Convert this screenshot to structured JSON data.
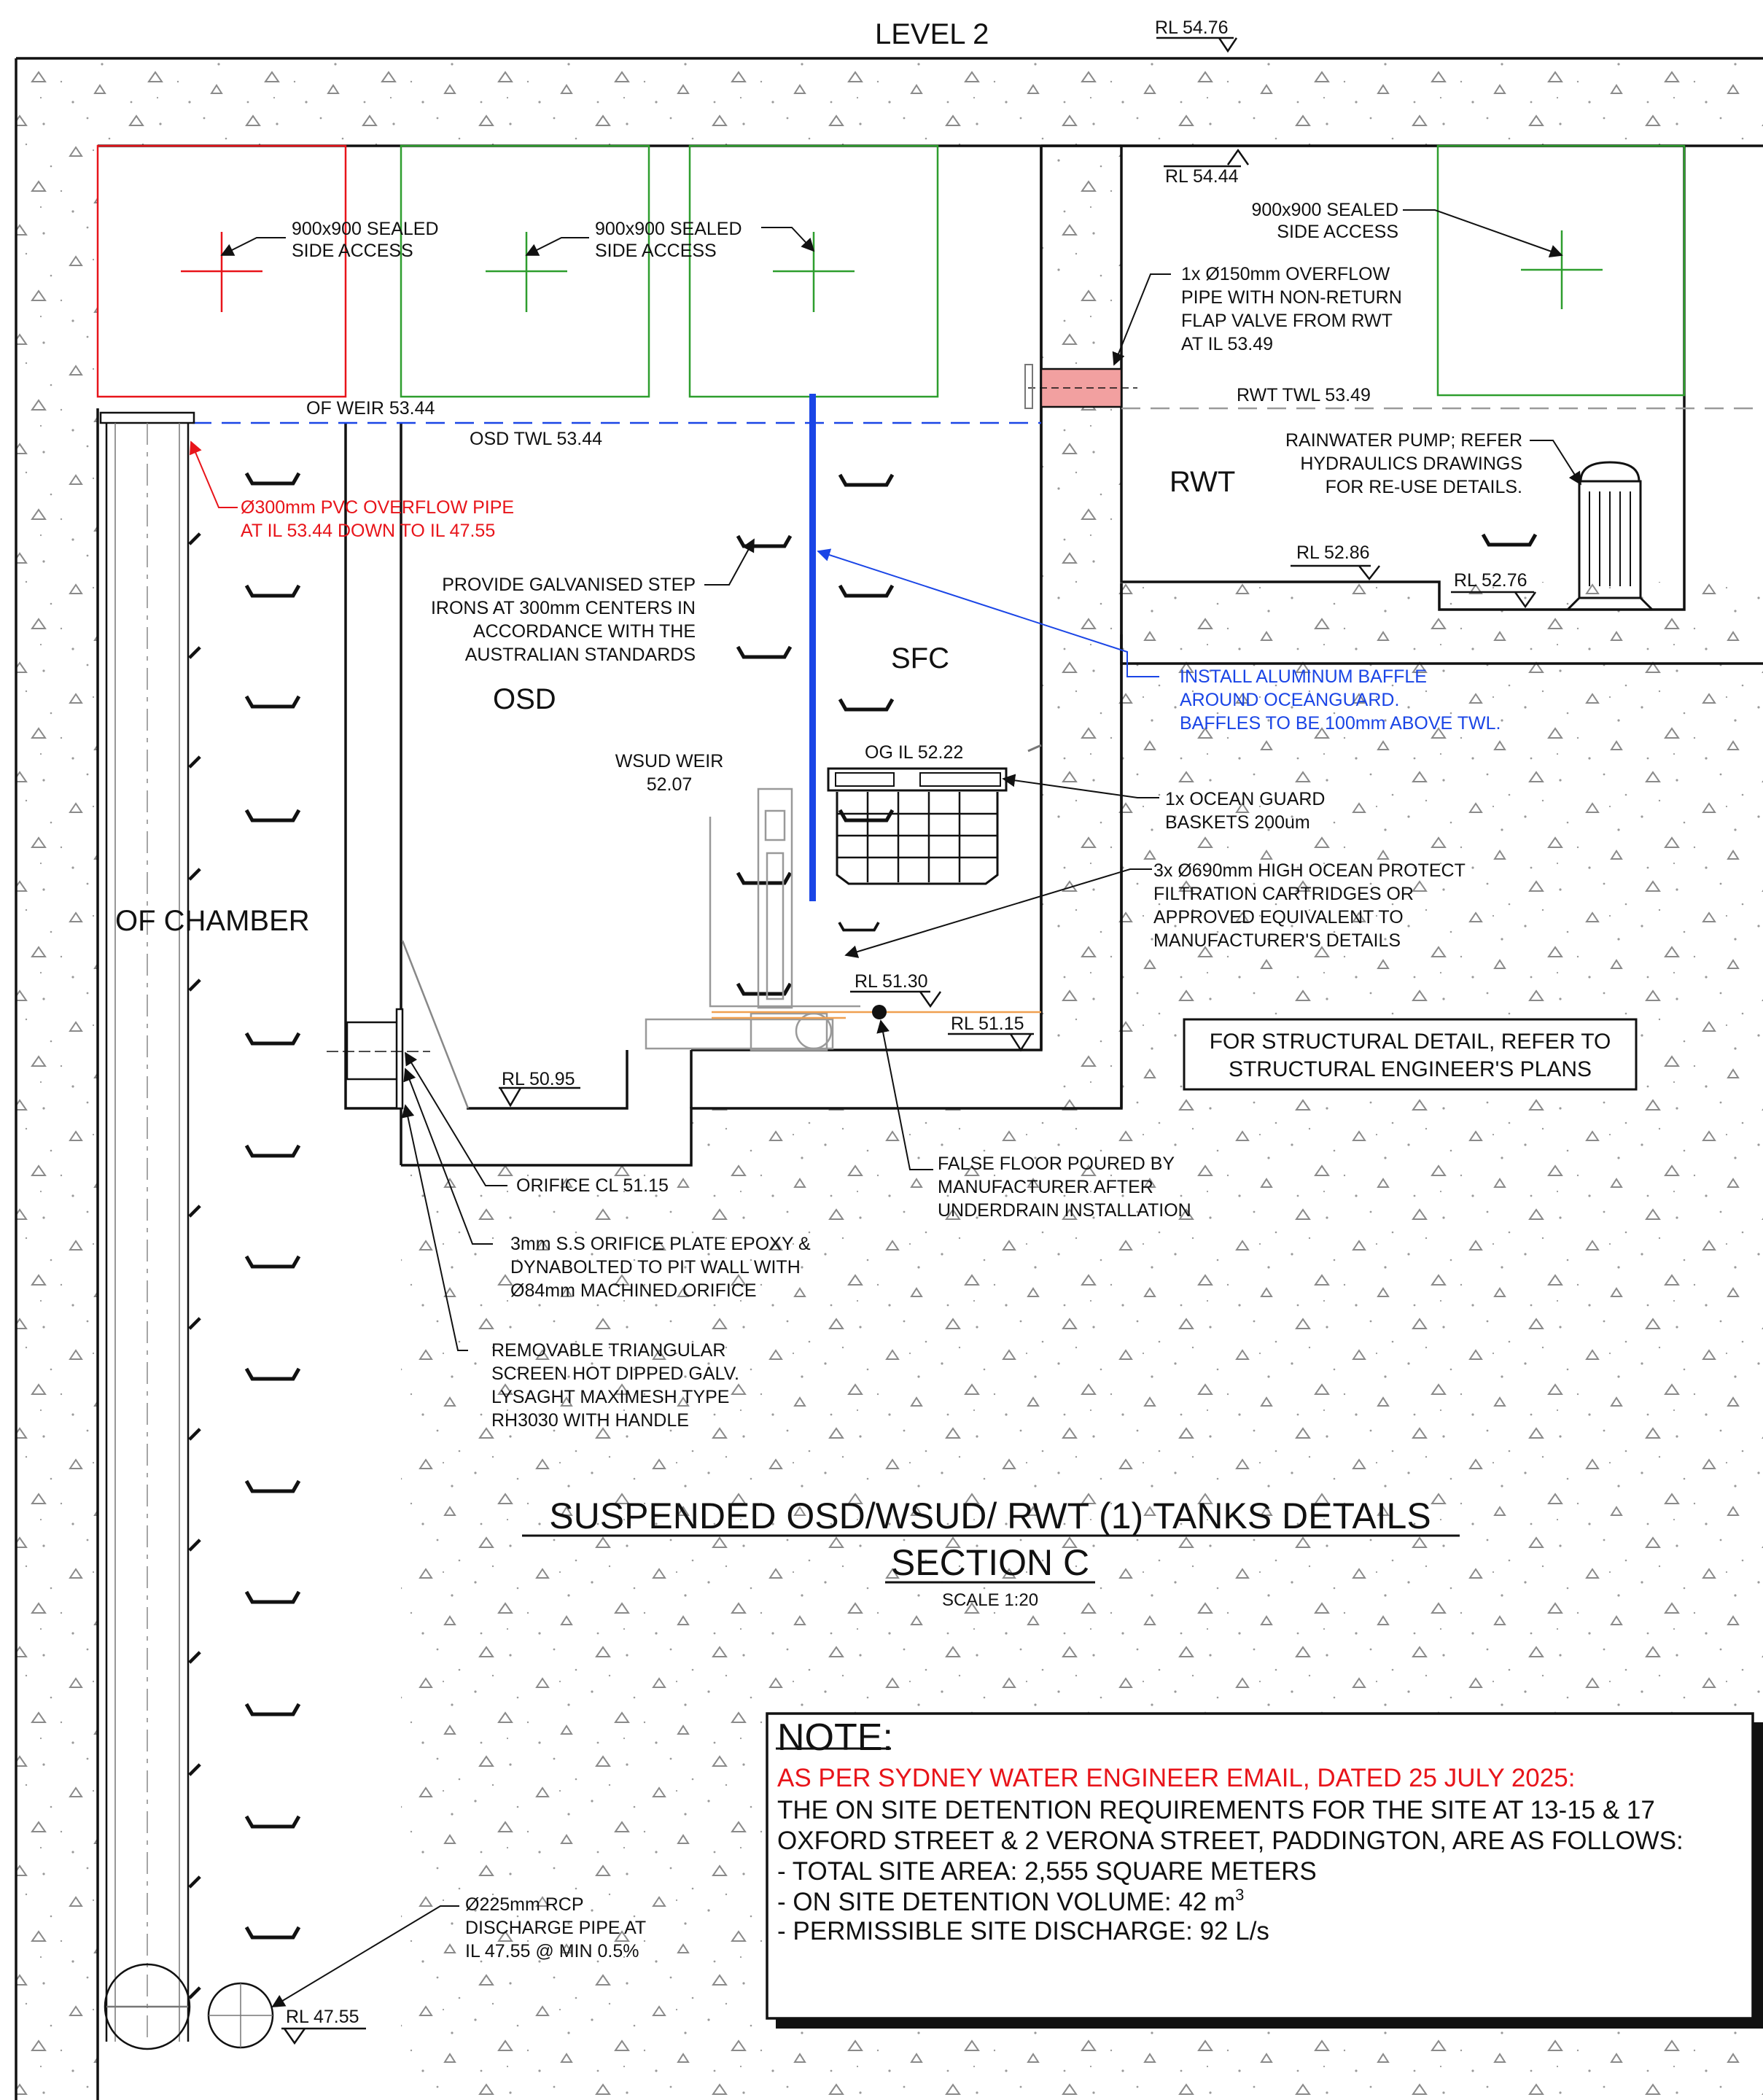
{
  "drawing": {
    "level_label": "LEVEL 2",
    "rl_top": "RL 54.76",
    "rl_rwt_top": "RL 54.44",
    "access_red": "900x900 SEALED\nSIDE ACCESS",
    "access_green": "900x900 SEALED\nSIDE ACCESS",
    "access_rwt": "900x900 SEALED\nSIDE ACCESS",
    "overflow_pipe_rwt": "1x Ø150mm OVERFLOW\nPIPE WITH NON-RETURN\nFLAP VALVE FROM RWT\nAT IL 53.49",
    "of_weir": "OF WEIR 53.44",
    "osd_twl": "OSD TWL 53.44",
    "rwt_twl": "RWT TWL 53.49",
    "pvc_overflow": "Ø300mm PVC OVERFLOW PIPE\nAT IL 53.44 DOWN TO IL 47.55",
    "rainwater_pump": "RAINWATER PUMP; REFER\nHYDRAULICS DRAWINGS\nFOR RE-USE DETAILS.",
    "rwt_label": "RWT",
    "rl_5286": "RL 52.86",
    "rl_5276": "RL 52.76",
    "step_irons": "PROVIDE GALVANISED STEP\nIRONS AT 300mm CENTERS IN\nACCORDANCE WITH THE\nAUSTRALIAN STANDARDS",
    "sfc_label": "SFC",
    "osd_label": "OSD",
    "baffle_note": "INSTALL ALUMINUM BAFFLE\nAROUND OCEANGUARD.\nBAFFLES TO BE 100mm ABOVE TWL.",
    "og_il": "OG IL 52.22",
    "wsud_weir": "WSUD WEIR\n52.07",
    "ocean_guard": "1x OCEAN GUARD\nBASKETS 200um",
    "cartridges": "3x Ø690mm HIGH OCEAN PROTECT\nFILTRATION CARTRIDGES OR\nAPPROVED EQUIVALENT TO\nMANUFACTURER'S DETAILS",
    "of_chamber": "OF CHAMBER",
    "rl_5130": "RL 51.30",
    "rl_5115": "RL 51.15",
    "rl_5095": "RL 50.95",
    "structural_note": "FOR STRUCTURAL DETAIL, REFER TO\nSTRUCTURAL ENGINEER'S PLANS",
    "orifice_cl": "ORIFICE CL 51.15",
    "false_floor": "FALSE FLOOR POURED BY\nMANUFACTURER AFTER\nUNDERDRAIN INSTALLATION",
    "orifice_plate": "3mm S.S ORIFICE PLATE EPOXY &\nDYNABOLTED TO PIT WALL WITH\nØ84mm MACHINED ORIFICE",
    "triangular_screen": "REMOVABLE TRIANGULAR\nSCREEN HOT DIPPED GALV.\nLYSAGHT MAXIMESH TYPE\nRH3030 WITH HANDLE",
    "title_line1": "SUSPENDED OSD/WSUD/ RWT (1) TANKS DETAILS",
    "title_line2": "SECTION C",
    "scale": "SCALE 1:20",
    "rcp_pipe": "Ø225mm RCP\nDISCHARGE PIPE AT\nIL 47.55 @ MIN 0.5%",
    "rl_4755": "RL 47.55"
  },
  "note": {
    "heading": "NOTE:",
    "red_line": "AS PER SYDNEY WATER ENGINEER EMAIL, DATED 25 JULY 2025:",
    "line1": "THE ON SITE DETENTION REQUIREMENTS FOR THE SITE AT 13-15 & 17",
    "line2": "OXFORD STREET & 2 VERONA STREET, PADDINGTON, ARE AS FOLLOWS:",
    "line3": "- TOTAL SITE AREA: 2,555 SQUARE METERS",
    "line4_prefix": "- ON SITE DETENTION VOLUME: 42 m",
    "line4_sup": "3",
    "line5": "- PERMISSIBLE SITE DISCHARGE: 92 L/s"
  },
  "colors": {
    "ink": "#111111",
    "red": "#e8141a",
    "green": "#2e9e2e",
    "blue": "#1a45e6",
    "pink": "#f2a0a0",
    "orange": "#f0a050",
    "grey": "#999999"
  }
}
